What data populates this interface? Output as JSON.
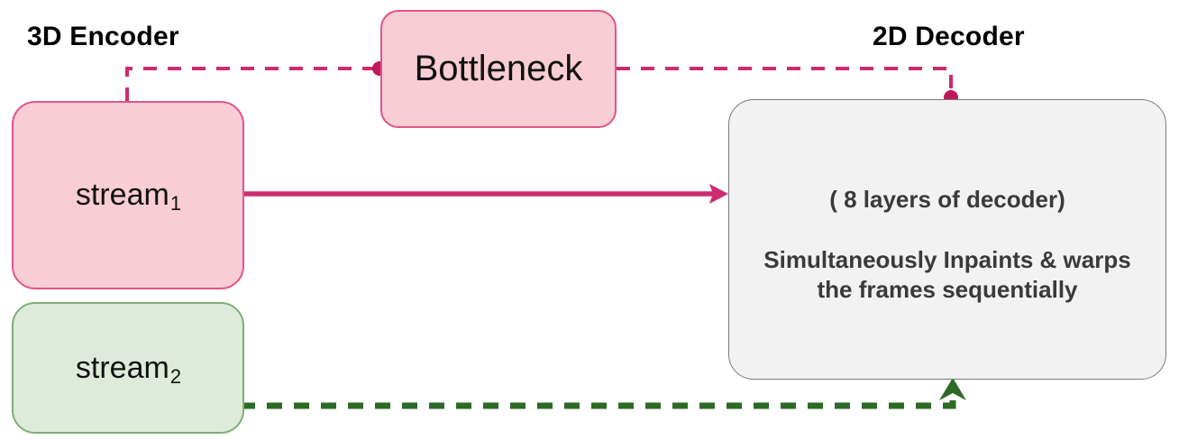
{
  "diagram": {
    "title_encoder": "3D Encoder",
    "title_decoder": "2D Decoder",
    "colors": {
      "pink_fill": "#F8CDD3",
      "pink_border": "#E2548A",
      "magenta_line": "#CC2B71",
      "green_fill": "#DEEADA",
      "green_border": "#7FAF75",
      "green_line": "#2D6A26",
      "decoder_fill": "#F2F2F2",
      "decoder_border": "#7A7A7A",
      "text_dark": "#3A3A3A"
    },
    "nodes": {
      "stream1": {
        "label": "stream",
        "subscript": "1"
      },
      "stream2": {
        "label": "stream",
        "subscript": "2"
      },
      "bottleneck": {
        "label": "Bottleneck"
      },
      "decoder": {
        "layers_label": "( 8 layers of decoder)",
        "description": "Simultaneously Inpaints & warps the frames sequentially"
      }
    },
    "edges": [
      {
        "name": "stream1-to-bottleneck",
        "style": "dashed",
        "color": "#CC2B71",
        "from": "stream1",
        "to": "bottleneck",
        "endpoint_marker": "dot"
      },
      {
        "name": "bottleneck-to-decoder",
        "style": "dashed",
        "color": "#CC2B71",
        "from": "bottleneck",
        "to": "decoder",
        "endpoint_marker": "dot"
      },
      {
        "name": "stream1-to-decoder",
        "style": "solid",
        "color": "#CC2B71",
        "from": "stream1",
        "to": "decoder",
        "endpoint_marker": "arrow"
      },
      {
        "name": "stream2-to-decoder",
        "style": "dashed",
        "color": "#2D6A26",
        "from": "stream2",
        "to": "decoder",
        "endpoint_marker": "arrow"
      }
    ]
  }
}
